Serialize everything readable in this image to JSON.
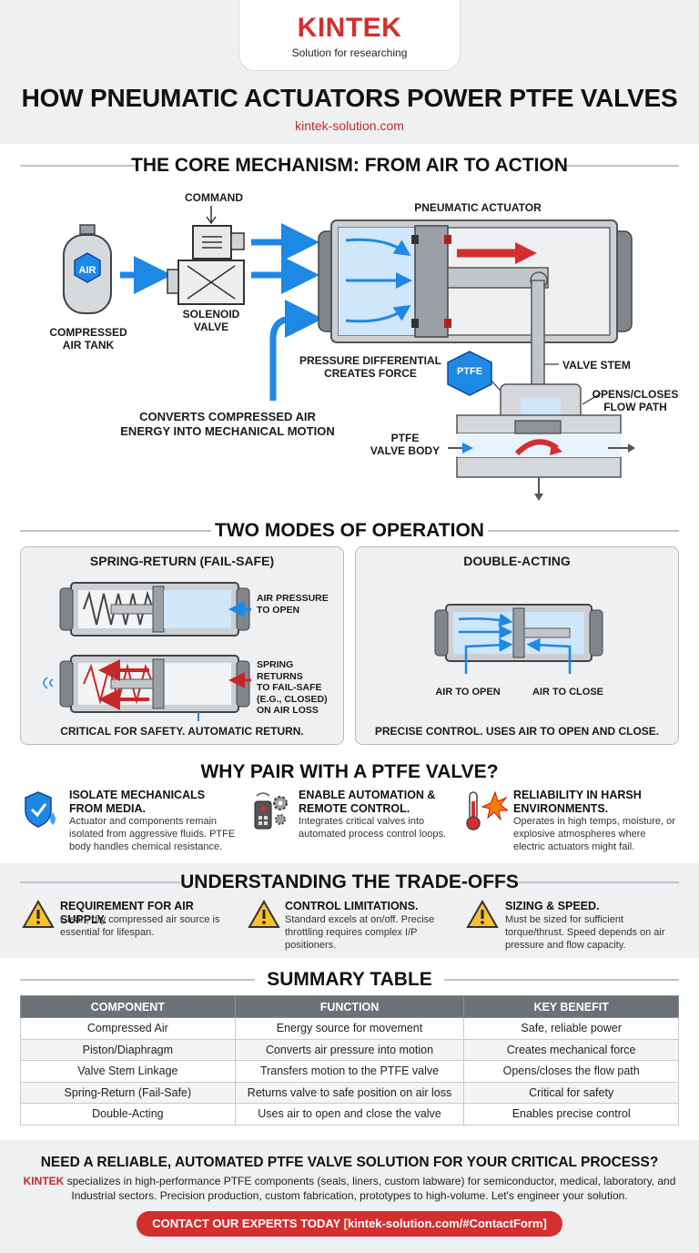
{
  "header": {
    "brand": "KINTEK",
    "tagline": "Solution for researching",
    "title": "HOW PNEUMATIC ACTUATORS POWER PTFE VALVES",
    "url": "kintek-solution.com"
  },
  "core": {
    "heading": "THE CORE MECHANISM: FROM AIR TO ACTION",
    "command": "COMMAND",
    "air_badge": "AIR",
    "tank_label_1": "COMPRESSED",
    "tank_label_2": "AIR TANK",
    "solenoid_1": "SOLENOID",
    "solenoid_2": "VALVE",
    "actuator": "PNEUMATIC ACTUATOR",
    "pressure_1": "PRESSURE DIFFERENTIAL",
    "pressure_2": "CREATES FORCE",
    "ptfe_badge": "PTFE",
    "stem": "VALVE STEM",
    "opens_1": "OPENS/CLOSES",
    "opens_2": "FLOW PATH",
    "body_1": "PTFE",
    "body_2": "VALVE BODY",
    "converts_1": "CONVERTS COMPRESSED AIR",
    "converts_2": "ENERGY INTO MECHANICAL MOTION"
  },
  "modes": {
    "heading": "TWO MODES OF OPERATION",
    "spring": {
      "title": "SPRING-RETURN (FAIL-SAFE)",
      "air_1": "AIR PRESSURE",
      "air_2": "TO OPEN",
      "ret_1": "SPRING RETURNS",
      "ret_2": "TO FAIL-SAFE",
      "ret_3": "(E.G., CLOSED)",
      "ret_4": "ON AIR LOSS",
      "caption": "CRITICAL FOR SAFETY. AUTOMATIC RETURN."
    },
    "double": {
      "title": "DOUBLE-ACTING",
      "air_open": "AIR TO OPEN",
      "air_close": "AIR TO CLOSE",
      "caption": "PRECISE CONTROL. USES AIR TO OPEN AND CLOSE."
    }
  },
  "why": {
    "heading": "WHY PAIR WITH A PTFE VALVE?",
    "items": [
      {
        "t1": "ISOLATE MECHANICALS",
        "t2": "FROM MEDIA.",
        "text": "Actuator and components remain isolated from aggressive fluids. PTFE body handles chemical resistance."
      },
      {
        "t1": "ENABLE AUTOMATION &",
        "t2": "REMOTE CONTROL.",
        "text": "Integrates critical valves into automated process control loops."
      },
      {
        "t1": "RELIABILITY IN HARSH",
        "t2": "ENVIRONMENTS.",
        "text": "Operates in high temps, moisture, or explosive atmospheres where electric actuators might fail."
      }
    ]
  },
  "trade": {
    "heading": "UNDERSTANDING THE TRADE-OFFS",
    "items": [
      {
        "title": "REQUIREMENT FOR AIR SUPPLY.",
        "text": "Clean, dry compressed air source is essential for lifespan."
      },
      {
        "title": "CONTROL LIMITATIONS.",
        "text": "Standard excels at on/off. Precise throttling requires complex I/P positioners."
      },
      {
        "title": "SIZING & SPEED.",
        "text": "Must be sized for sufficient torque/thrust. Speed depends on air pressure and flow capacity."
      }
    ]
  },
  "table": {
    "heading": "SUMMARY TABLE",
    "headers": [
      "COMPONENT",
      "FUNCTION",
      "KEY BENEFIT"
    ],
    "rows": [
      [
        "Compressed Air",
        "Energy source for movement",
        "Safe, reliable power"
      ],
      [
        "Piston/Diaphragm",
        "Converts air pressure into motion",
        "Creates mechanical force"
      ],
      [
        "Valve Stem Linkage",
        "Transfers motion to the PTFE valve",
        "Opens/closes the flow path"
      ],
      [
        "Spring-Return (Fail-Safe)",
        "Returns valve to safe position on air loss",
        "Critical for safety"
      ],
      [
        "Double-Acting",
        "Uses air to open and close the valve",
        "Enables precise control"
      ]
    ]
  },
  "cta": {
    "title": "NEED A RELIABLE, AUTOMATED PTFE VALVE SOLUTION FOR YOUR CRITICAL PROCESS?",
    "brand": "KINTEK",
    "text": " specializes in high-performance PTFE components (seals, liners, custom labware) for semiconductor, medical, laboratory, and Industrial sectors. Precision production, custom fabrication, prototypes to high-volume. Let's engineer your solution.",
    "button": "CONTACT OUR EXPERTS TODAY [kintek-solution.com/#ContactForm]"
  },
  "colors": {
    "accent": "#d32f2f",
    "air_blue": "#1e88e5",
    "light_blue": "#cfe6fb",
    "steel": "#8d9399",
    "table_header": "#6b7178"
  }
}
